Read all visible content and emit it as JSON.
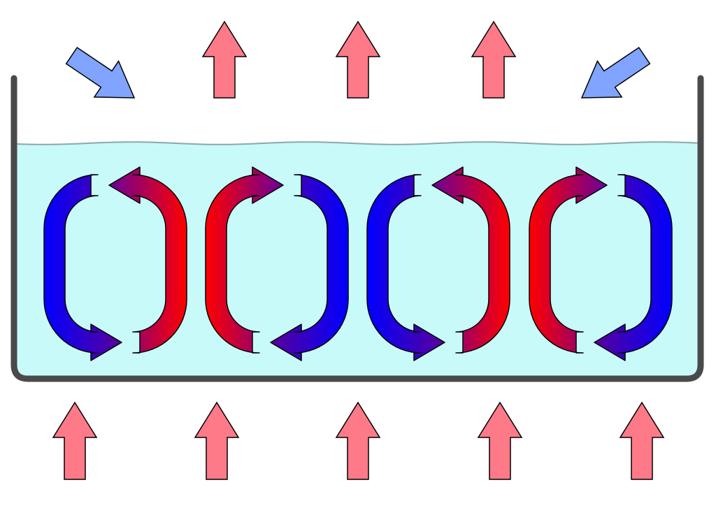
{
  "diagram": {
    "colors": {
      "background": "#ffffff",
      "water": "#c8fafa",
      "water_surface": "#8aa8a8",
      "container": "#4a4a4a",
      "heat_arrow": "#ff7a88",
      "cool_arrow": "#80a4ff",
      "outline": "#000000",
      "hot": "#ff0000",
      "cold": "#0000ff"
    },
    "cells": [
      {
        "rotation": "counterclockwise"
      },
      {
        "rotation": "clockwise"
      },
      {
        "rotation": "counterclockwise"
      },
      {
        "rotation": "clockwise"
      }
    ],
    "heat_below_count": 5,
    "heat_rising_count": 3,
    "cool_incoming_count": 2
  }
}
